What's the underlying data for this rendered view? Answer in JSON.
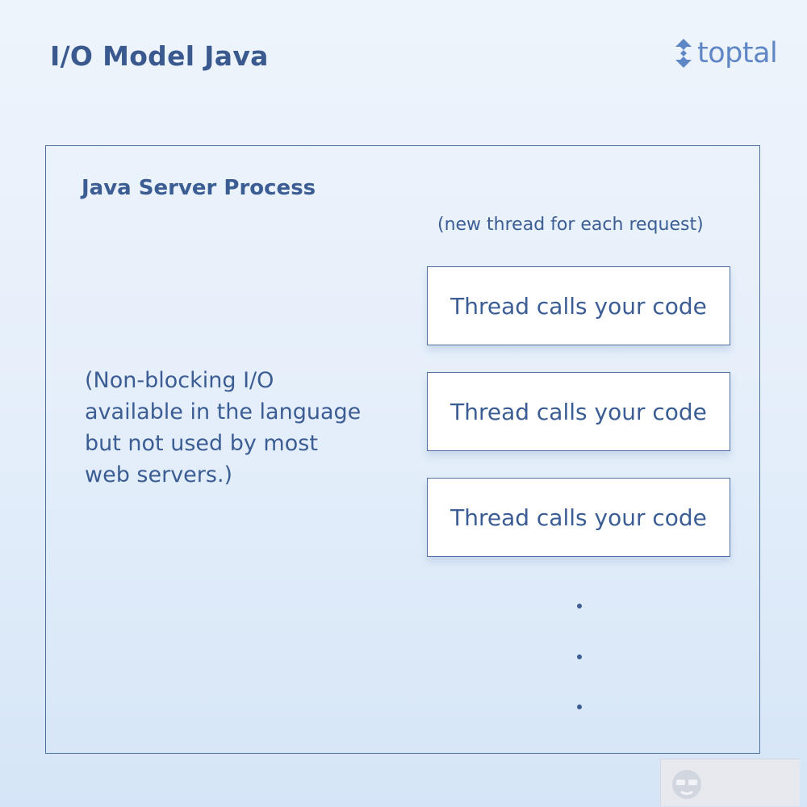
{
  "header": {
    "title": "I/O Model Java",
    "logo_text": "toptal",
    "logo_icon": "toptal-mark-icon"
  },
  "diagram": {
    "process_title": "Java Server Process",
    "threads_caption": "(new thread for each request)",
    "note_lines": [
      "(Non-blocking I/O",
      "available in the language",
      "but not used by most",
      "web servers.)"
    ],
    "threads": [
      {
        "label": "Thread calls your code"
      },
      {
        "label": "Thread calls your code"
      },
      {
        "label": "Thread calls your code"
      }
    ],
    "continuation_icon": "vertical-ellipsis-icon"
  },
  "colors": {
    "text": "#3b5d94",
    "border": "#4f6fa0",
    "logo": "#5f86c5",
    "box_fill": "#ffffff"
  }
}
